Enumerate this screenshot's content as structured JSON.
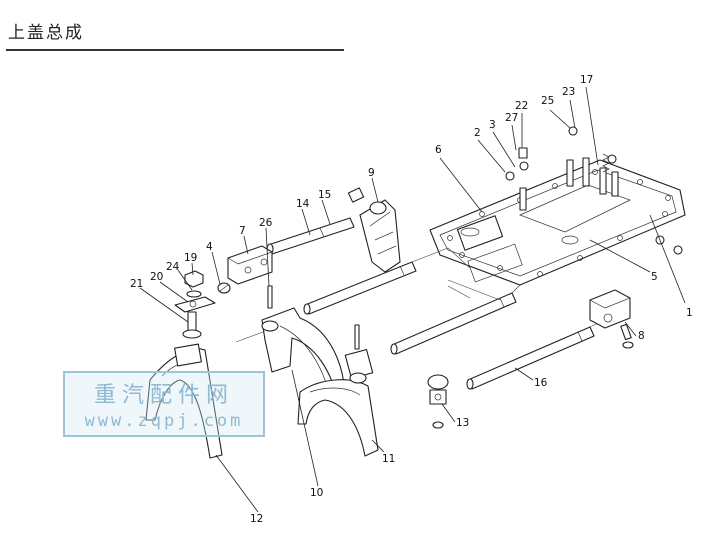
{
  "title": "上盖总成",
  "watermark": {
    "name": "重汽配件网",
    "url": "www.zqpj.com"
  },
  "callouts": [
    {
      "id": "c1",
      "label": "1"
    },
    {
      "id": "c2",
      "label": "2"
    },
    {
      "id": "c3",
      "label": "3"
    },
    {
      "id": "c4",
      "label": "4"
    },
    {
      "id": "c5",
      "label": "5"
    },
    {
      "id": "c6",
      "label": "6"
    },
    {
      "id": "c7",
      "label": "7"
    },
    {
      "id": "c8",
      "label": "8"
    },
    {
      "id": "c9",
      "label": "9"
    },
    {
      "id": "c10",
      "label": "10"
    },
    {
      "id": "c11",
      "label": "11"
    },
    {
      "id": "c12",
      "label": "12"
    },
    {
      "id": "c13",
      "label": "13"
    },
    {
      "id": "c14",
      "label": "14"
    },
    {
      "id": "c15",
      "label": "15"
    },
    {
      "id": "c16",
      "label": "16"
    },
    {
      "id": "c17",
      "label": "17"
    },
    {
      "id": "c19",
      "label": "19"
    },
    {
      "id": "c20",
      "label": "20"
    },
    {
      "id": "c21",
      "label": "21"
    },
    {
      "id": "c22",
      "label": "22"
    },
    {
      "id": "c23",
      "label": "23"
    },
    {
      "id": "c24",
      "label": "24"
    },
    {
      "id": "c25",
      "label": "25"
    },
    {
      "id": "c26",
      "label": "26"
    },
    {
      "id": "c27",
      "label": "27"
    }
  ]
}
